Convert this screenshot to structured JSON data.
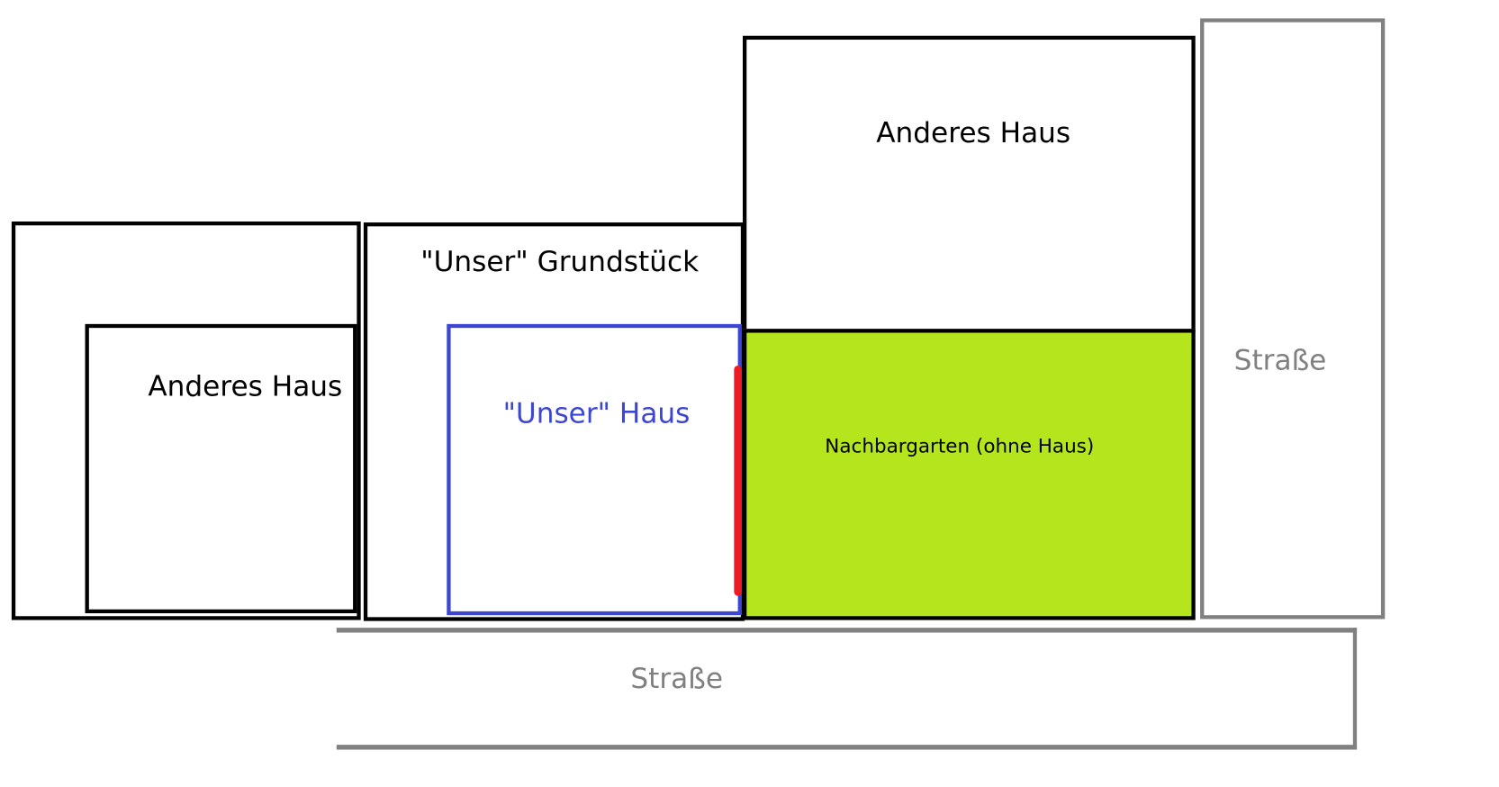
{
  "labels": {
    "left_house": "Anderes Haus",
    "top_house": "Anderes Haus",
    "our_plot": "\"Unser\" Grundstück",
    "our_house": "\"Unser\" Haus",
    "garden": "Nachbargarten (ohne Haus)",
    "street_right": "Straße",
    "street_bottom": "Straße"
  },
  "colors": {
    "our_house": "#3c46d2",
    "garden": "#b5e61d",
    "boundary": "#ed1c24",
    "street": "#808080"
  }
}
